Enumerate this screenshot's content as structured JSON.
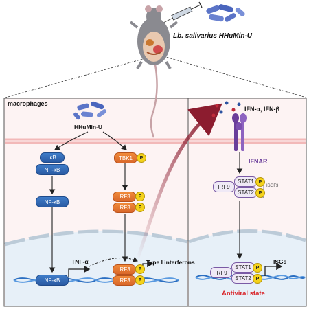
{
  "header": {
    "strain_label": "Lb. salivarius HHuMin-U"
  },
  "left_panel": {
    "title": "macrophages",
    "stimulus": "HHuMin-U",
    "nodes": {
      "ikb": "IκB",
      "nfkb_upper": "NF-κB",
      "nfkb_mid": "NF-κB",
      "nfkb_nucleus": "NF-κB",
      "tbk1": "TBK1",
      "irf3_a": "IRF3",
      "irf3_b": "IRF3",
      "irf3_n1": "IRF3",
      "irf3_n2": "IRF3"
    },
    "phospho_label": "P",
    "tnf_label": "TNF-α",
    "ifn_type_label": "Type I interferons"
  },
  "right_panel": {
    "ifn_label": "IFN-α, IFN-β",
    "receptor_label": "IFNAR",
    "complex": {
      "irf9": "IRF9",
      "stat1": "STAT1",
      "stat2": "STAT2",
      "isgf3": "ISGF3"
    },
    "nucleus_complex": {
      "irf9": "IRF9",
      "stat1": "STAT1",
      "stat2": "STAT2"
    },
    "isgs_label": "ISGs",
    "antiviral_label": "Antiviral state"
  },
  "colors": {
    "nfkb_blue": "#2f66b3",
    "irf3_orange": "#e57a33",
    "phospho_yellow": "#f4d21a",
    "ifnar_purple": "#6a3d9a",
    "antiviral_red": "#d9252a",
    "dsrna_arrow": "#8c1c2f"
  }
}
